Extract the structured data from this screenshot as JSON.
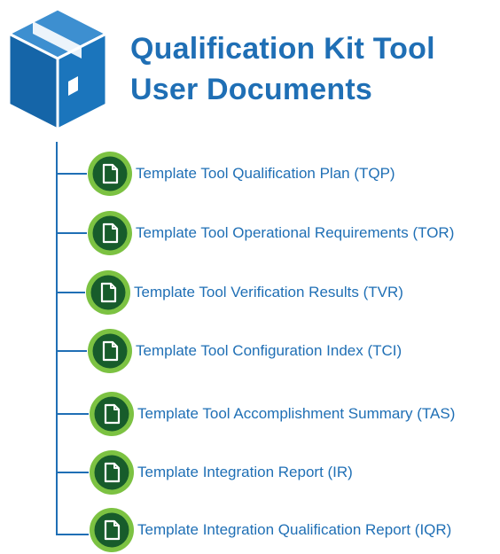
{
  "title": {
    "line1": "Qualification Kit Tool",
    "line2": "User Documents"
  },
  "header_icon": "package-box-icon",
  "document_icon": "document-icon",
  "colors": {
    "title": "#1f6fb5",
    "label": "#1f6fb5",
    "connector": "#1f6fb5",
    "box_front": "#1b75bc",
    "box_side": "#1565a8",
    "box_top": "#3d8fd0",
    "circle_outer": "#7cc242",
    "circle_inner": "#175c2b"
  },
  "documents": [
    {
      "label": "Template Tool Qualification Plan (TQP)"
    },
    {
      "label": "Template Tool Operational Requirements (TOR)"
    },
    {
      "label": "Template Tool Verification Results (TVR)"
    },
    {
      "label": "Template Tool Configuration Index (TCI)"
    },
    {
      "label": "Template Tool Accomplishment Summary (TAS)"
    },
    {
      "label": "Template Integration Report (IR)"
    },
    {
      "label": "Template Integration Qualification Report (IQR)"
    }
  ]
}
